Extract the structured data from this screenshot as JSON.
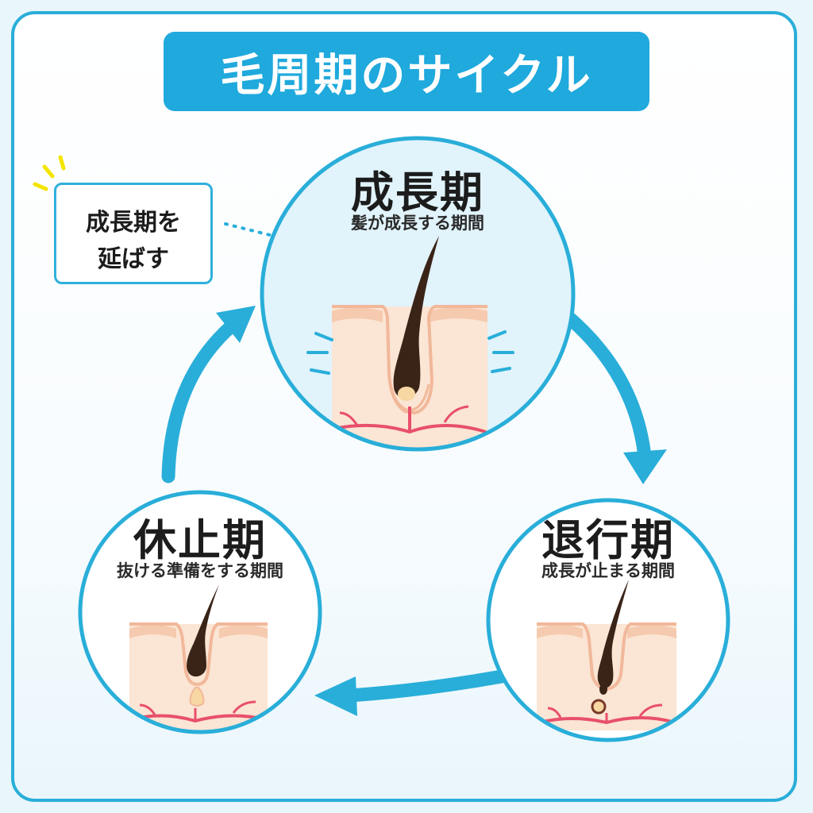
{
  "title": "毛周期のサイクル",
  "callout": {
    "line1": "成長期を",
    "line2": "延ばす"
  },
  "stages": {
    "growth": {
      "title": "成長期",
      "subtitle": "髪が成長する期間"
    },
    "catagen": {
      "title": "退行期",
      "subtitle": "成長が止まる期間"
    },
    "telogen": {
      "title": "休止期",
      "subtitle": "抜ける準備をする期間"
    }
  },
  "colors": {
    "accent": "#1fa9dd",
    "stroke": "#29aed9",
    "skin": "#fbe5d4",
    "skin_edge": "#f1b89a",
    "hair": "#3a2418",
    "vessel": "#e8506a",
    "highlight": "#f3e500"
  }
}
